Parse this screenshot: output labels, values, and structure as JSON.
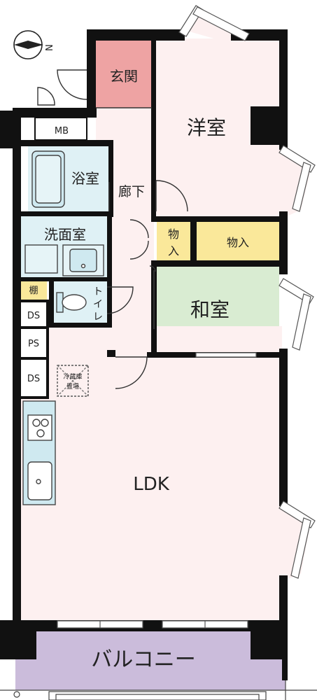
{
  "rooms": {
    "genkan": "玄関",
    "youshitsu": "洋室",
    "mb": "MB",
    "yokushitsu": "浴室",
    "rouka": "廊下",
    "senmen": "洗面室",
    "mono1_a": "物",
    "mono1_b": "入",
    "mono2": "物入",
    "washitsu": "和室",
    "tana": "棚",
    "toilet_a": "ト",
    "toilet_b": "イ",
    "toilet_c": "レ",
    "ds1": "DS",
    "ps": "PS",
    "ds2": "DS",
    "fridge_a": "冷蔵庫",
    "fridge_b": "置場",
    "ldk": "LDK",
    "balcony": "バルコニー"
  },
  "compass": {
    "label": "N"
  },
  "colors": {
    "wall": "#111111",
    "floor_pink": "#fdf0f0",
    "genkan": "#eea3a3",
    "wet_blue": "#dff1f5",
    "fixture_blue": "#cfe9f0",
    "storage_yellow": "#fae89a",
    "washitsu_green": "#d9ecd2",
    "balcony_purple": "#cbbcdb",
    "window_line": "#555555"
  }
}
